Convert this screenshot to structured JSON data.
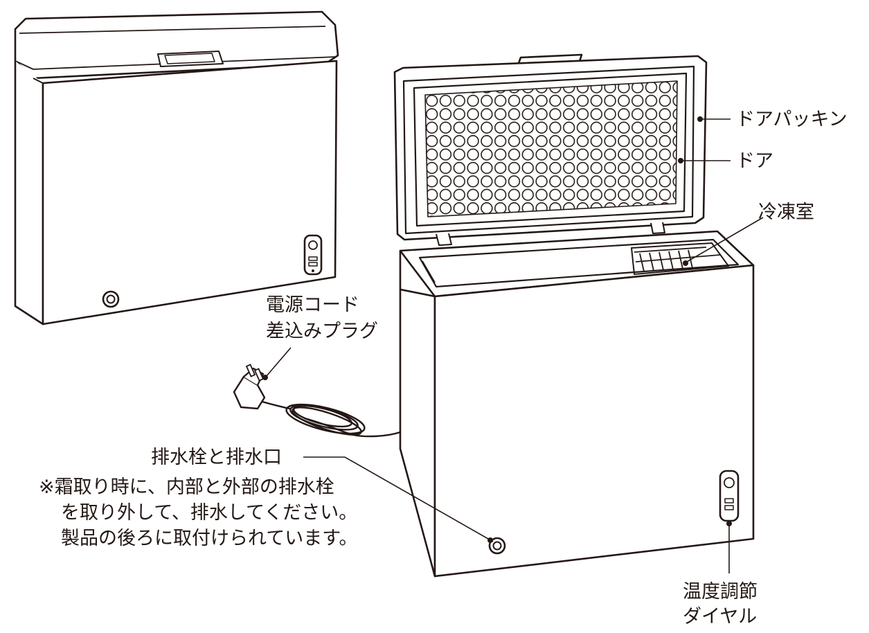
{
  "labels": {
    "door_gasket": "ドアパッキン",
    "door": "ドア",
    "freezer": "冷凍室",
    "power_cord_line1": "電源コード",
    "power_cord_line2": "差込みプラグ",
    "drain": "排水栓と排水口",
    "thermostat_line1": "温度調節",
    "thermostat_line2": "ダイヤル"
  },
  "note": {
    "line1": "※霜取り時に、内部と外部の排水栓",
    "line2": "を取り外して、排水してください。",
    "line3": "製品の後ろに取付けられています。"
  },
  "colors": {
    "ink": "#231815",
    "background": "#ffffff"
  }
}
